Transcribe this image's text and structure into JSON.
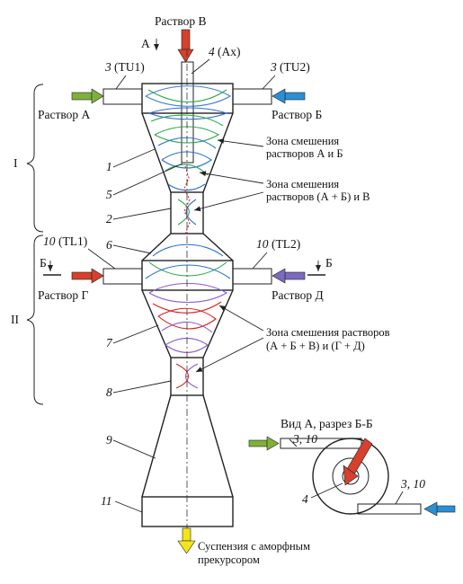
{
  "top": {
    "inlet_b": "Раствор В",
    "view_a": "А",
    "tube4": "(Ax)",
    "tube4_num": "4",
    "tu1": "(TU1)",
    "tu1_num": "3",
    "tu2": "(TU2)",
    "tu2_num": "3"
  },
  "inlets": {
    "a": "Раствор А",
    "b": "Раствор Б",
    "g": "Раствор Г",
    "d": "Раствор Д",
    "tl1": "(TL1)",
    "tl1_num": "10",
    "tl2": "(TL2)",
    "tl2_num": "10",
    "b_left": "Б",
    "b_right": "Б"
  },
  "stages": {
    "one": "I",
    "two": "II"
  },
  "zones": {
    "ab_line1": "Зона смешения",
    "ab_line2": "растворов А и Б",
    "abv_line1": "Зона смешения",
    "abv_line2": "растворов (А + Б) и В",
    "final_line1": "Зона смешения растворов",
    "final_line2": "(А + Б + В) и (Г + Д)"
  },
  "parts": [
    "1",
    "5",
    "2",
    "6",
    "7",
    "8",
    "9",
    "11"
  ],
  "outlet": {
    "line1": "Суспензия с аморфным",
    "line2": "прекурсором"
  },
  "section": {
    "title": "Вид А, разрез Б-Б",
    "top_num": "3, 10",
    "bottom_num": "3, 10",
    "center_num": "4"
  },
  "colors": {
    "arrow_green": "#7fb13a",
    "arrow_blue": "#2b8fd6",
    "arrow_red": "#d6402c",
    "arrow_purple": "#7b6bbf",
    "arrow_yellow": "#f3e51a",
    "wave_green": "#2aa84a",
    "wave_blue": "#2c6fd1",
    "wave_red": "#e02020",
    "wave_purple": "#8a5ad0"
  }
}
